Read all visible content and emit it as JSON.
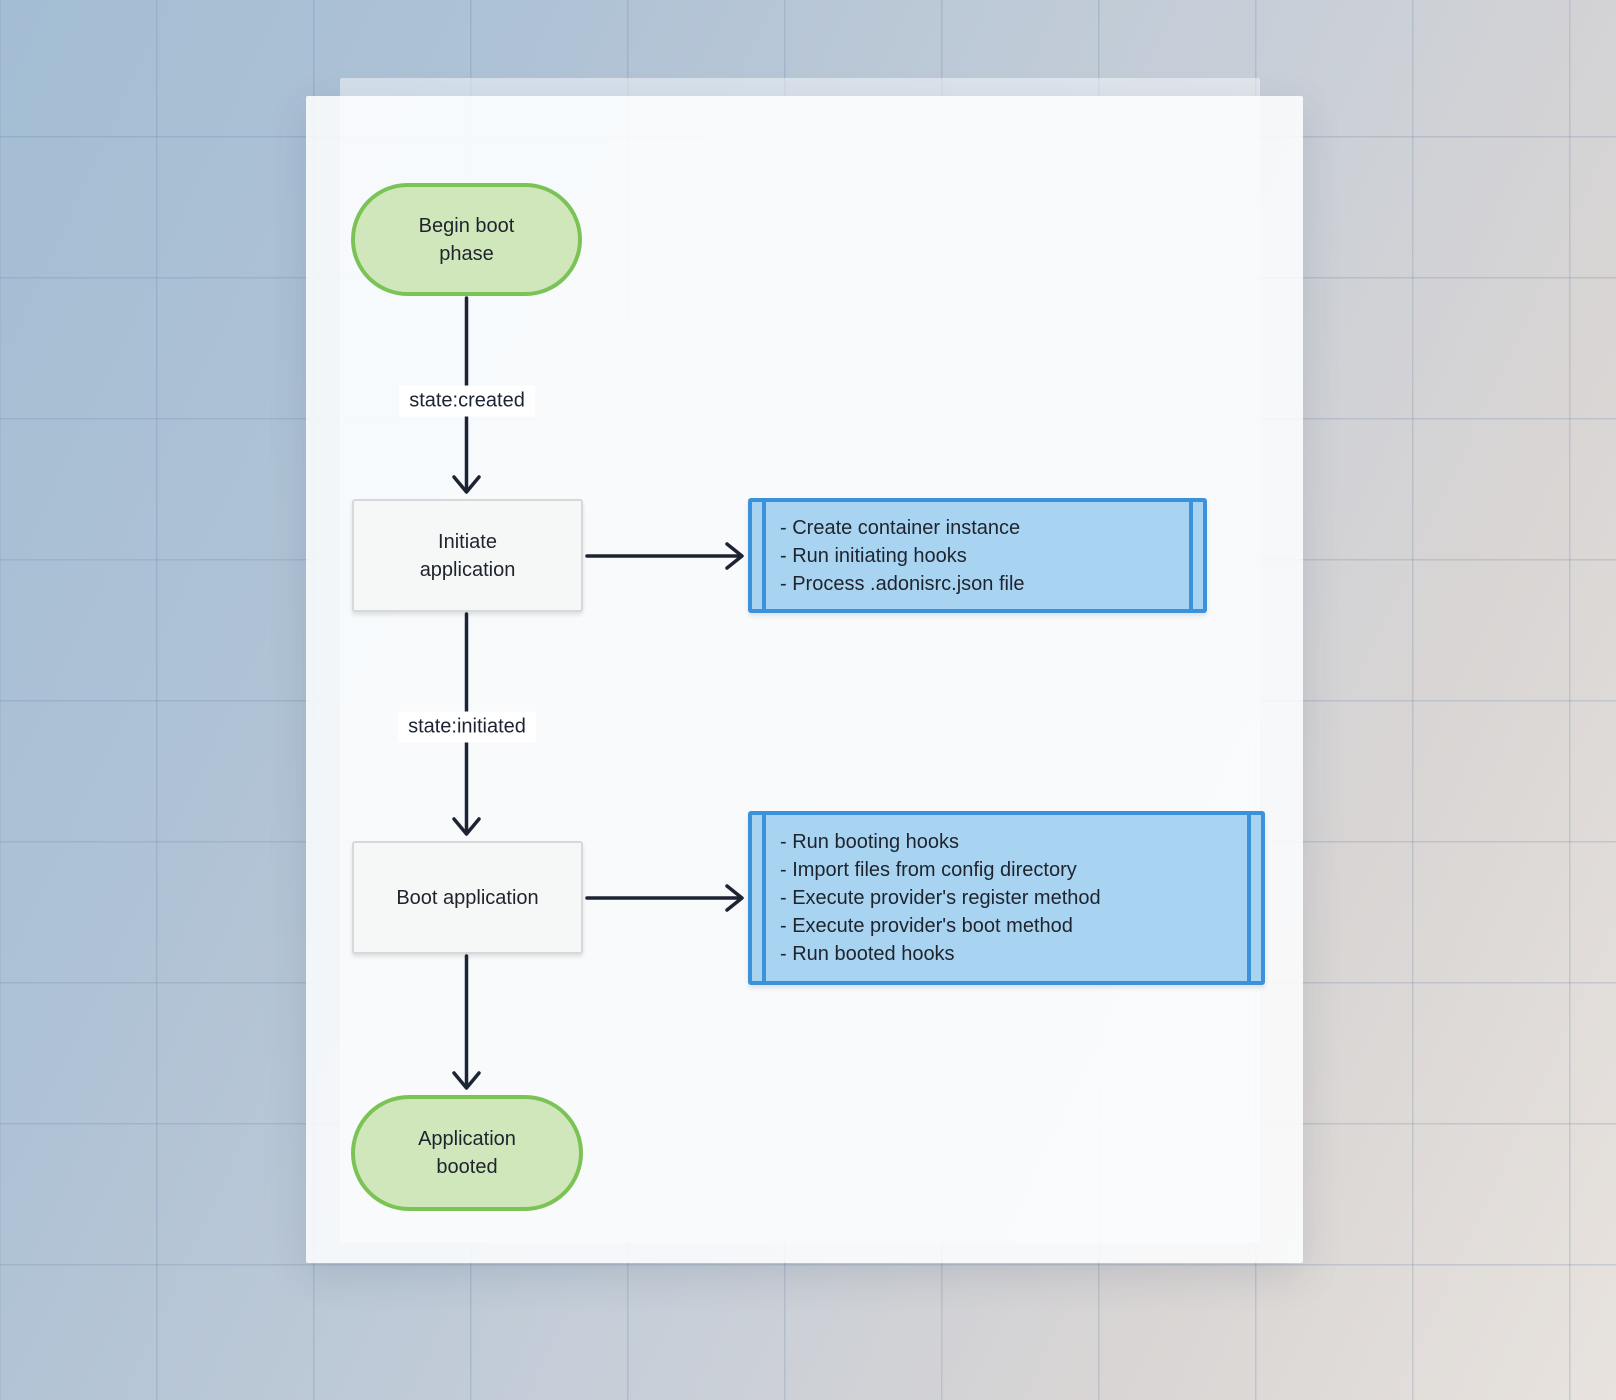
{
  "colors": {
    "background_top_left": "#a3bdd4",
    "background_bottom_right": "#e8e3de",
    "grid_line": "#7d93ab",
    "sheet": "#fcfdfe",
    "terminal_fill": "#d0e7bc",
    "terminal_border": "#7cc356",
    "process_fill": "#f6f8f7",
    "process_border": "#d6d9da",
    "subroutine_fill": "#a9d4f1",
    "subroutine_border": "#3b92da",
    "arrow": "#1c2433",
    "text": "#1e242d",
    "edge_label_bg": "#ffffff"
  },
  "diagram": {
    "nodes": {
      "begin": {
        "lines": [
          "Begin boot",
          "phase"
        ]
      },
      "initiate": {
        "lines": [
          "Initiate",
          "application"
        ]
      },
      "boot": {
        "lines": [
          "Boot application"
        ]
      },
      "booted": {
        "lines": [
          "Application",
          "booted"
        ]
      }
    },
    "edge_labels": [
      "state:created",
      "state:initiated"
    ],
    "subroutines": {
      "initiate": {
        "items": [
          "- Create container instance",
          "- Run initiating hooks",
          "- Process .adonisrc.json file"
        ]
      },
      "boot": {
        "items": [
          "- Run booting hooks",
          "- Import files from config directory",
          "- Execute provider's register method",
          "- Execute provider's boot method",
          "- Run booted hooks"
        ]
      }
    }
  }
}
